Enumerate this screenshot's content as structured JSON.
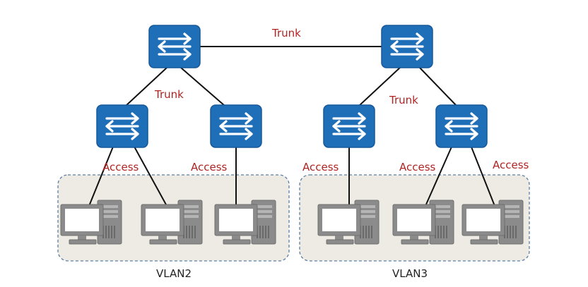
{
  "colors": {
    "switch_fill": "#1f6fb8",
    "switch_stroke": "#17589a",
    "link": "#111111",
    "label": "#b02323",
    "group_fill": "#edebe3",
    "group_stroke": "#5b7fa6",
    "pc": "#8b8b8b"
  },
  "links": {
    "core_trunk": "Trunk",
    "left_trunk": "Trunk",
    "right_trunk": "Trunk",
    "access": [
      "Access",
      "Access",
      "Access",
      "Access",
      "Access"
    ]
  },
  "groups": {
    "left": "VLAN2",
    "right": "VLAN3"
  },
  "icons": {
    "switch": "switch-icon",
    "pc": "desktop-computer-icon"
  }
}
